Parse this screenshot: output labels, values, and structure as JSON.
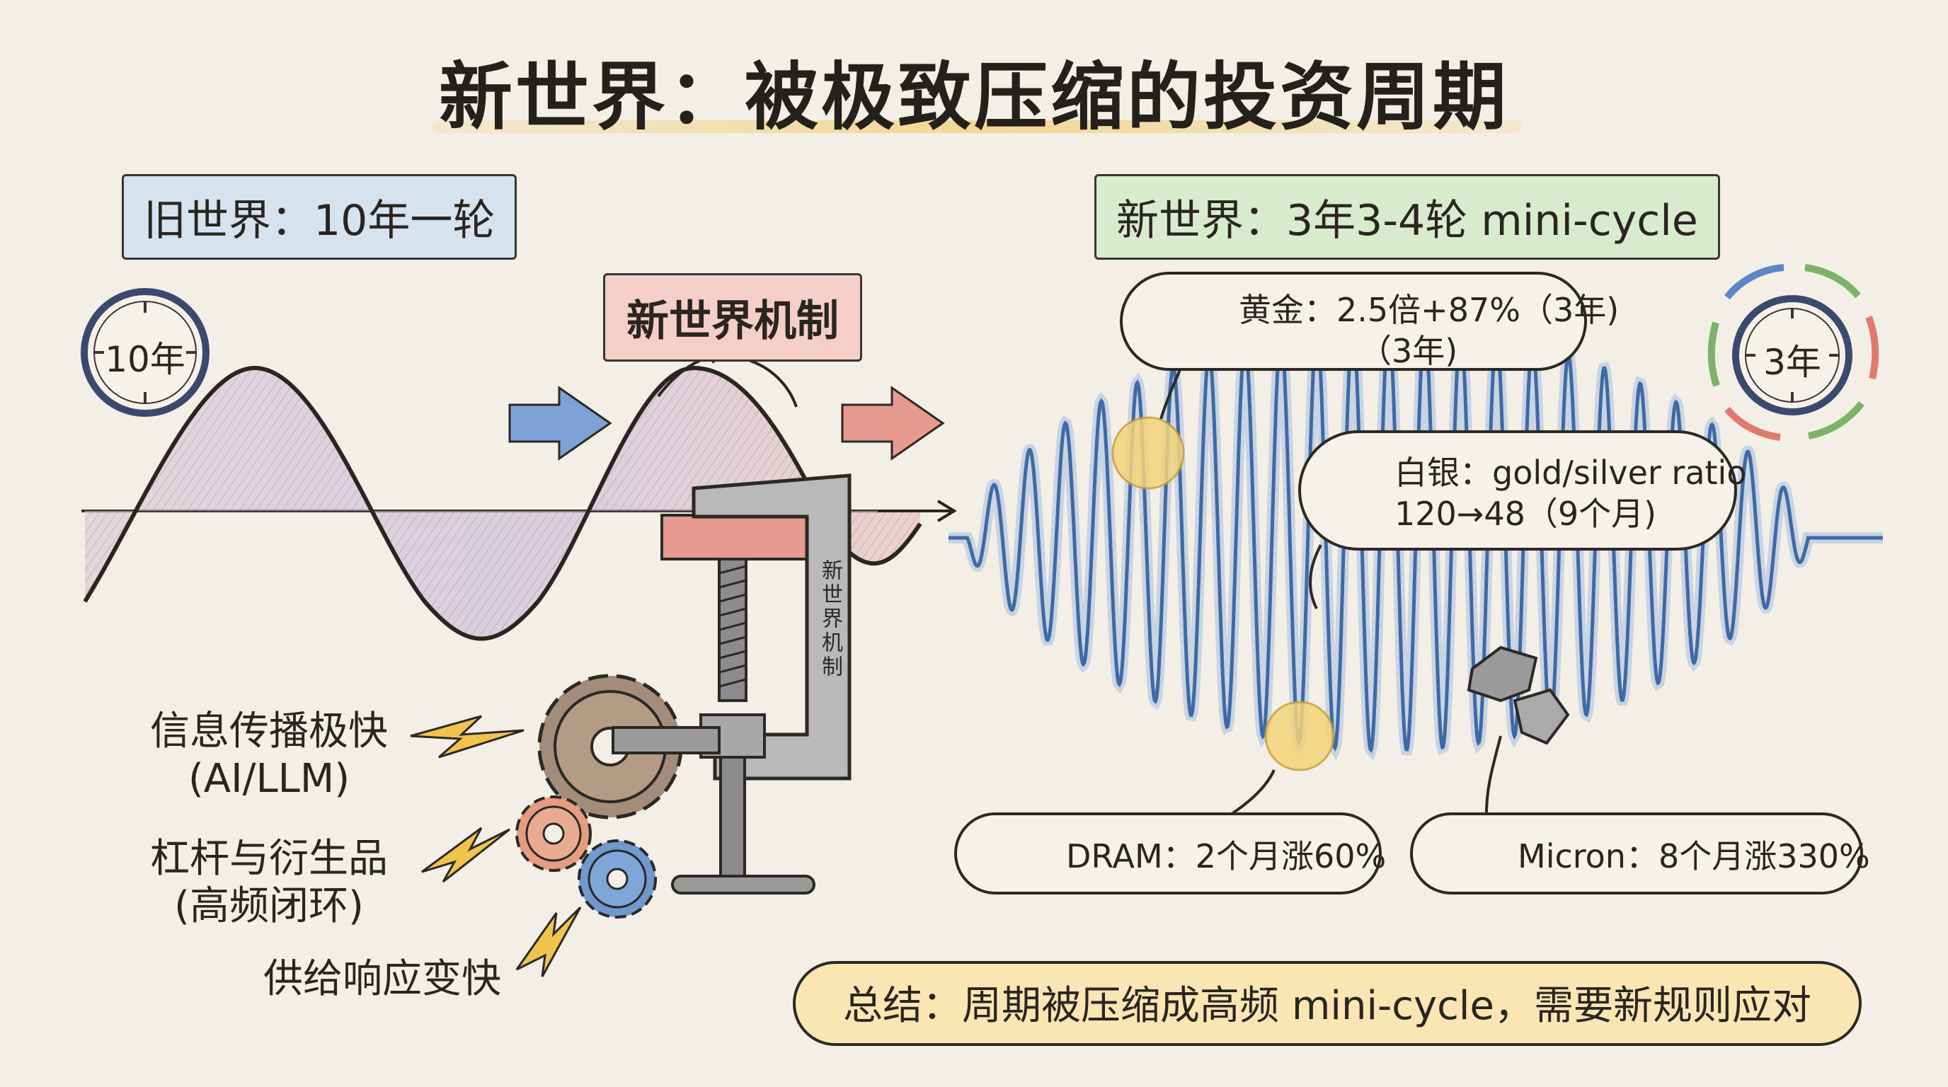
{
  "title": "新世界：被极致压缩的投资周期",
  "old_world": {
    "label": "旧世界：10年一轮",
    "clock_label": "10年"
  },
  "mechanism": {
    "label": "新世界机制",
    "clamp_label": "新世界机制"
  },
  "new_world": {
    "label": "新世界：3年3-4轮 mini-cycle",
    "clock_label": "3年"
  },
  "drivers": [
    {
      "line1": "信息传播极快",
      "line2": "(AI/LLM)"
    },
    {
      "line1": "杠杆与衍生品",
      "line2": "(高频闭环)"
    },
    {
      "line1": "供给响应变快",
      "line2": ""
    }
  ],
  "callouts": {
    "gold": {
      "line1": "黄金：2.5倍+87%（3年)",
      "line2": "（3年)"
    },
    "silver": {
      "line1": "白银：gold/silver ratio",
      "line2": "120→48（9个月)"
    },
    "dram": {
      "text": "DRAM：2个月涨60%"
    },
    "micron": {
      "text": "Micron：8个月涨330%"
    }
  },
  "summary": "总结：周期被压缩成高频 mini-cycle，需要新规则应对",
  "icons": {
    "old_clock": "clock-icon",
    "new_clock": "clock-icon",
    "gold": "gold-coin-icon",
    "silver": "silver-bar-icon",
    "dram": "ram-module-icon",
    "micron": "chip-icon",
    "clamp": "c-clamp-icon",
    "gears": "gear-icon",
    "bolts": "lightning-icon"
  },
  "colors": {
    "background": "#f3efe6",
    "old_wave_fill": "#c9b6d6",
    "new_wave": "#3e6aa6",
    "arrow_blue": "#7ea2d6",
    "arrow_red": "#e79a90",
    "gold": "#f0c44c",
    "summary_bg": "#f9e6b3"
  }
}
